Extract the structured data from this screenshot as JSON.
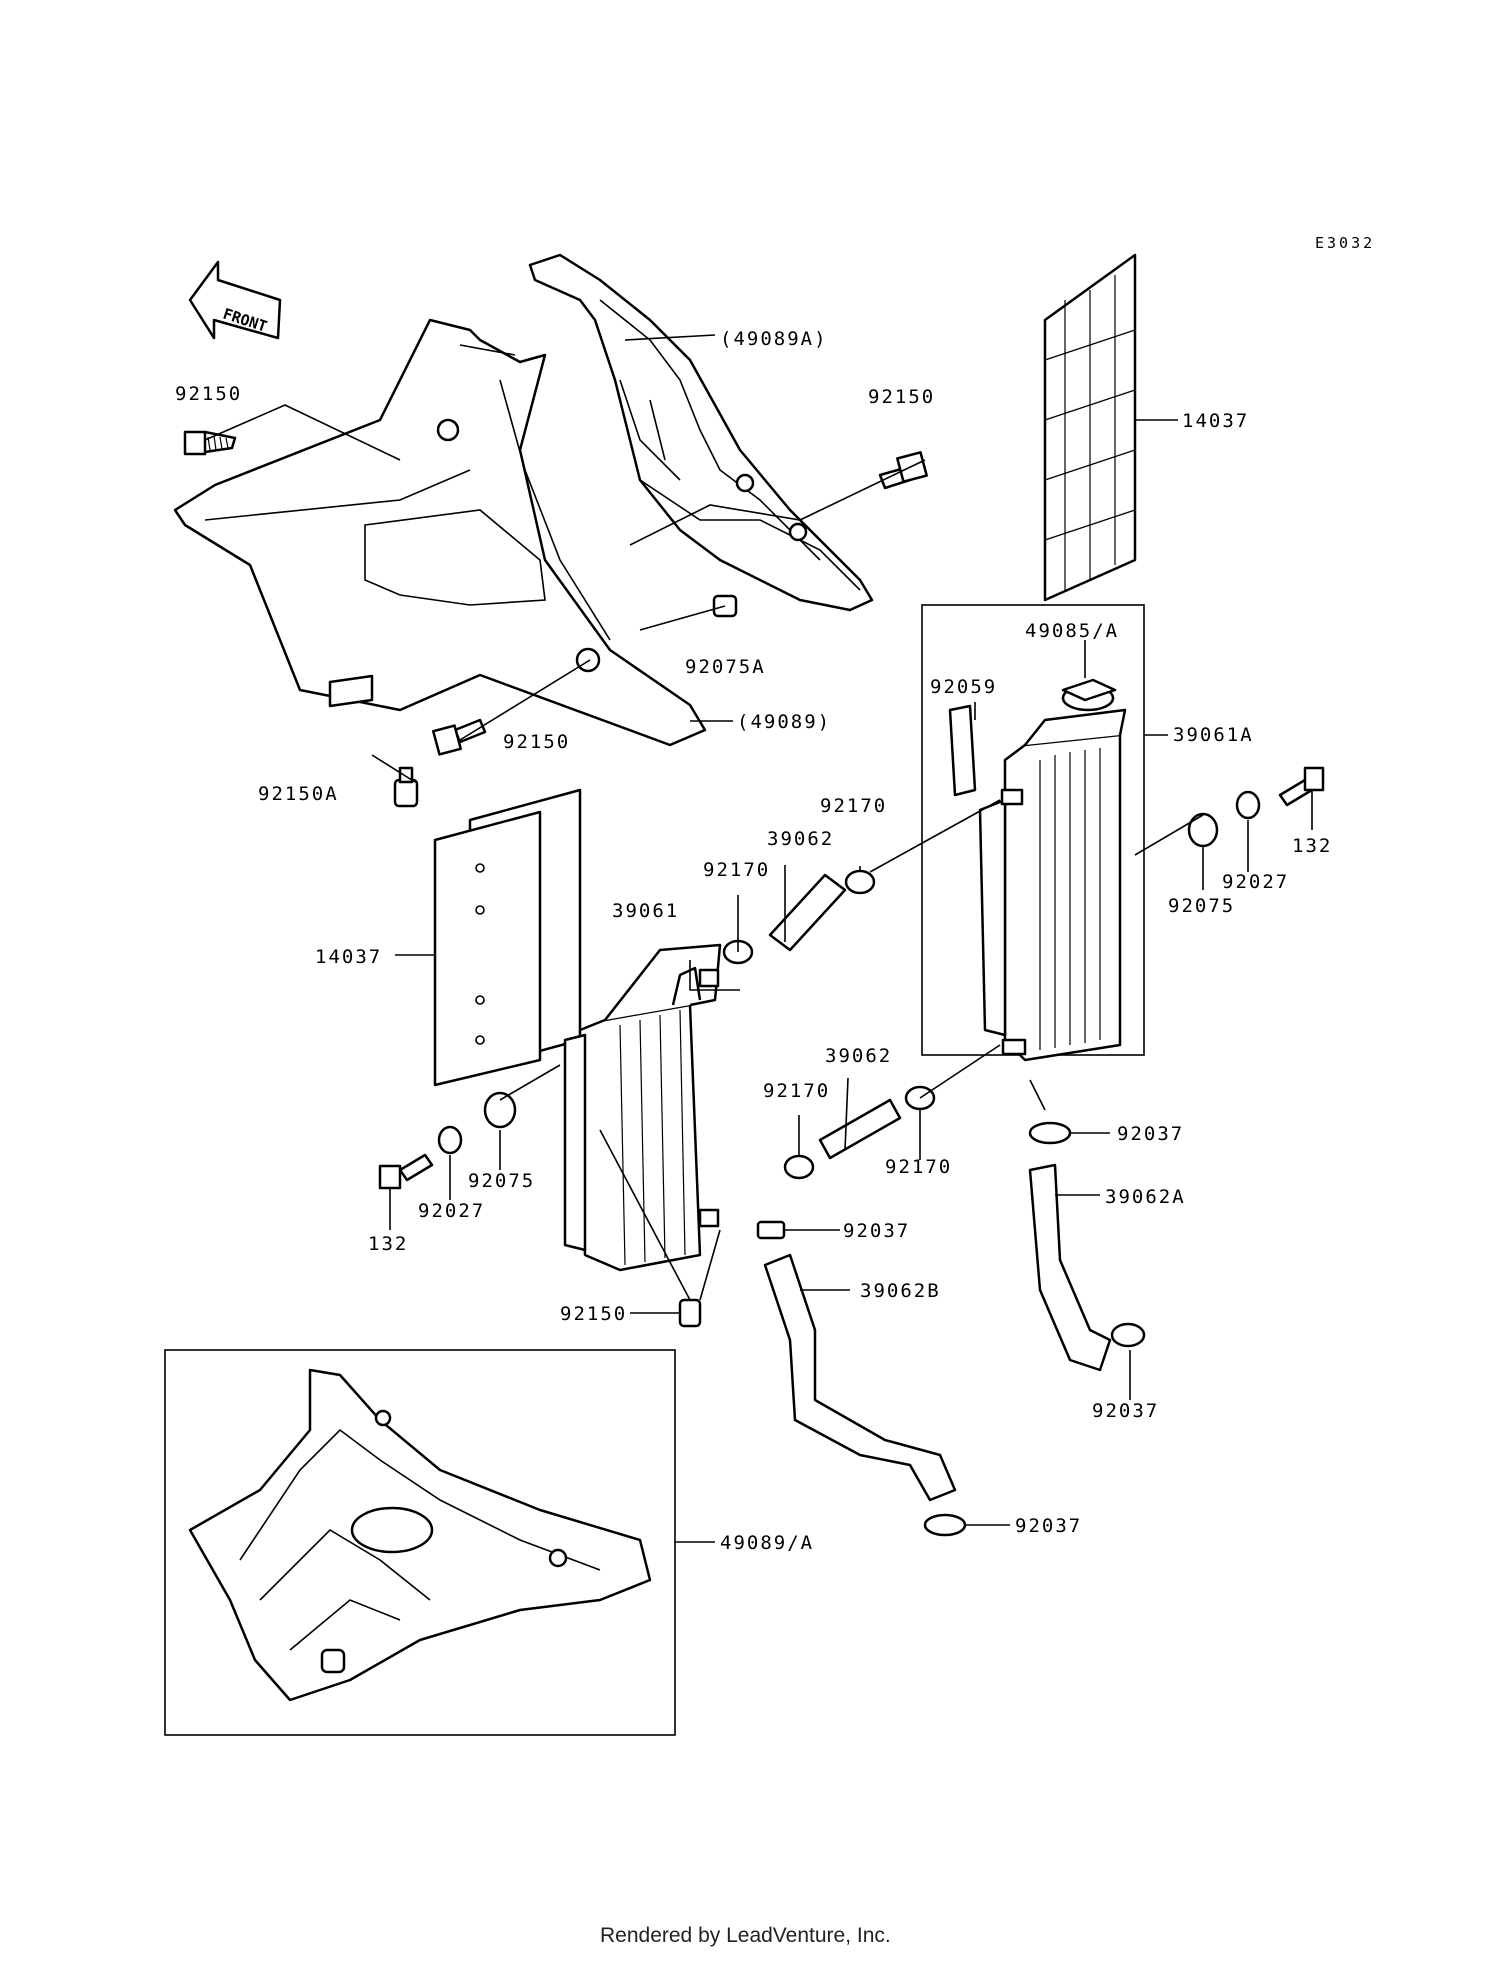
{
  "diagram_code": "E3032",
  "front_arrow": "FRONT",
  "footer": "Rendered by LeadVenture, Inc.",
  "callouts": {
    "shroud_right_bracket": "(49089A)",
    "shroud_left_bracket": "(49089)",
    "bolt_top_left": "92150",
    "bolt_top_right": "92150",
    "bolt_mid": "92150",
    "bolt_bottom": "92150",
    "bolt_a": "92150A",
    "collar": "92075A",
    "grille_right": "14037",
    "grille_left": "14037",
    "cap": "49085/A",
    "hose_small": "92059",
    "radiator_right": "39061A",
    "radiator_left": "39061",
    "clamp_1": "92170",
    "clamp_2": "92170",
    "clamp_3": "92170",
    "clamp_4": "92170",
    "pipe_upper": "39062",
    "pipe_lower": "39062",
    "grommet_right": "92075",
    "grommet_left": "92075",
    "washer_right": "92027",
    "washer_left": "92027",
    "screw_right": "132",
    "screw_left": "132",
    "hose_clamp_1": "92037",
    "hose_clamp_2": "92037",
    "hose_clamp_3": "92037",
    "hose_clamp_4": "92037",
    "hose_a": "39062A",
    "hose_b": "39062B",
    "shroud_set": "49089/A"
  }
}
